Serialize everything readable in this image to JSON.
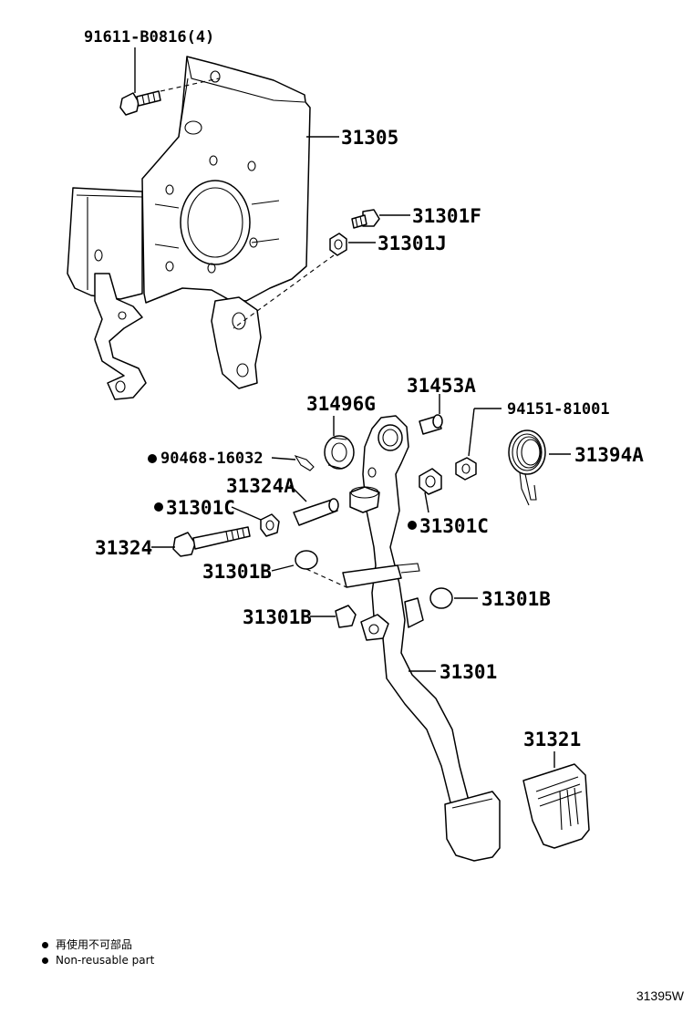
{
  "labels": {
    "l91611": "91611-B0816(4)",
    "l31305": "31305",
    "l31301F": "31301F",
    "l31301J": "31301J",
    "l31496G": "31496G",
    "l31453A": "31453A",
    "l94151": "94151-81001",
    "l90468": "90468-16032",
    "l31394A": "31394A",
    "l31324A": "31324A",
    "l31301C_left": "31301C",
    "l31301C_right": "31301C",
    "l31324": "31324",
    "l31301B_top": "31301B",
    "l31301B_right": "31301B",
    "l31301B_left": "31301B",
    "l31301": "31301",
    "l31321": "31321"
  },
  "legend": {
    "line1": "再使用不可部品",
    "line2": "Non-reusable part"
  },
  "diagram_code": "31395W"
}
